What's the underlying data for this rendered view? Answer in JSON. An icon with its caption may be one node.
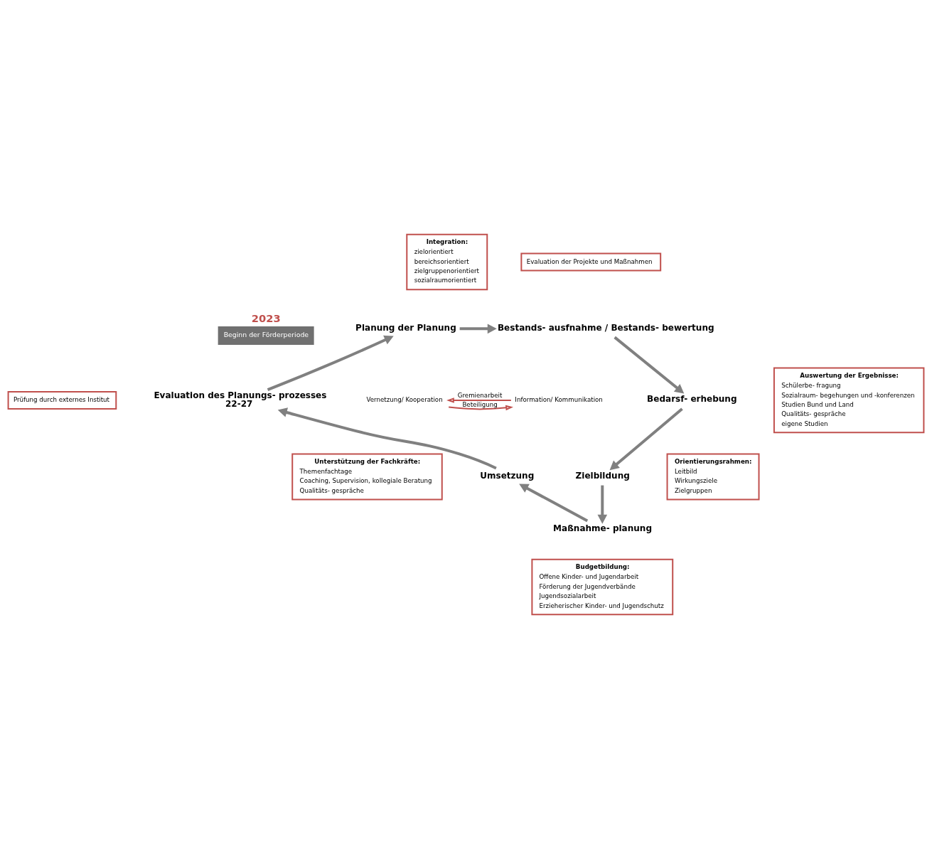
{
  "diagram": {
    "nodes": [
      {
        "text": [
          "2023",
          "Beginn der Förderperiode"
        ]
      },
      {
        "text": [
          "Integration:",
          "zielorientiert",
          "bereichsorientiert",
          "zielgruppenorientiert",
          "sozialraumorientiert"
        ]
      },
      {
        "text": [
          "Planung der Planung"
        ]
      },
      {
        "text": [
          "Bestands- ausfnahme / Bestands- bewertung"
        ]
      },
      {
        "text": [
          "Evaluation der Projekte und Maßnahmen"
        ]
      },
      {
        "text": [
          "Auswertung der Ergebnisse:",
          "Schülerbe- fragung",
          "Sozialraum- begehungen und -konferenzen",
          "Studien Bund und Land",
          "Qualitäts- gespräche",
          "eigene Studien"
        ]
      },
      {
        "text": [
          "Bedarsf- erhebung"
        ]
      },
      {
        "text": [
          "Prüfung durch externes Institut"
        ]
      },
      {
        "text": [
          "Evaluation des Planungs- prozesses",
          "22-27"
        ]
      },
      {
        "text": [
          "Vernetzung/ Kooperation"
        ]
      },
      {
        "text": [
          "Information/ Kommunikation"
        ]
      },
      {
        "text": [
          "Unterstützung der Fachkräfte:",
          "Themenfachtage",
          "Coaching, Supervision, kollegiale Beratung",
          "Qualitäts- gespräche"
        ]
      },
      {
        "text": [
          "Umsetzung"
        ]
      },
      {
        "text": [
          "Zielbildung"
        ]
      },
      {
        "text": [
          "Orientierungsrahmen:",
          "Leitbild",
          "Wirkungsziele",
          "Zielgruppen"
        ]
      },
      {
        "text": [
          "Maßnahme- planung"
        ]
      },
      {
        "text": [
          "Budgetbildung:",
          "Offene Kinder- und Jugendarbeit",
          "Förderung der Jugendverbände",
          "Jugendsozialarbeit",
          "Erzieherischer Kinder- und Jugendschutz"
        ]
      }
    ],
    "edges": [
      {
        "from": 2,
        "to": 3,
        "arrow": "to"
      },
      {
        "from": 3,
        "to": 6,
        "arrow": "to"
      },
      {
        "from": 6,
        "to": 13,
        "arrow": "to"
      },
      {
        "from": 13,
        "to": 15,
        "arrow": "to"
      },
      {
        "from": 15,
        "to": 12,
        "arrow": "to"
      },
      {
        "from": 12,
        "to": 8,
        "arrow": "to"
      },
      {
        "from": 8,
        "to": 2,
        "arrow": "to"
      },
      {
        "from": 9,
        "to": 10,
        "arrow": "to",
        "label": "Beteiligung",
        "color": "#c0504d"
      },
      {
        "from": 10,
        "to": 9,
        "arrow": "to",
        "label": "Gremienarbeit",
        "color": "#c0504d"
      }
    ]
  }
}
